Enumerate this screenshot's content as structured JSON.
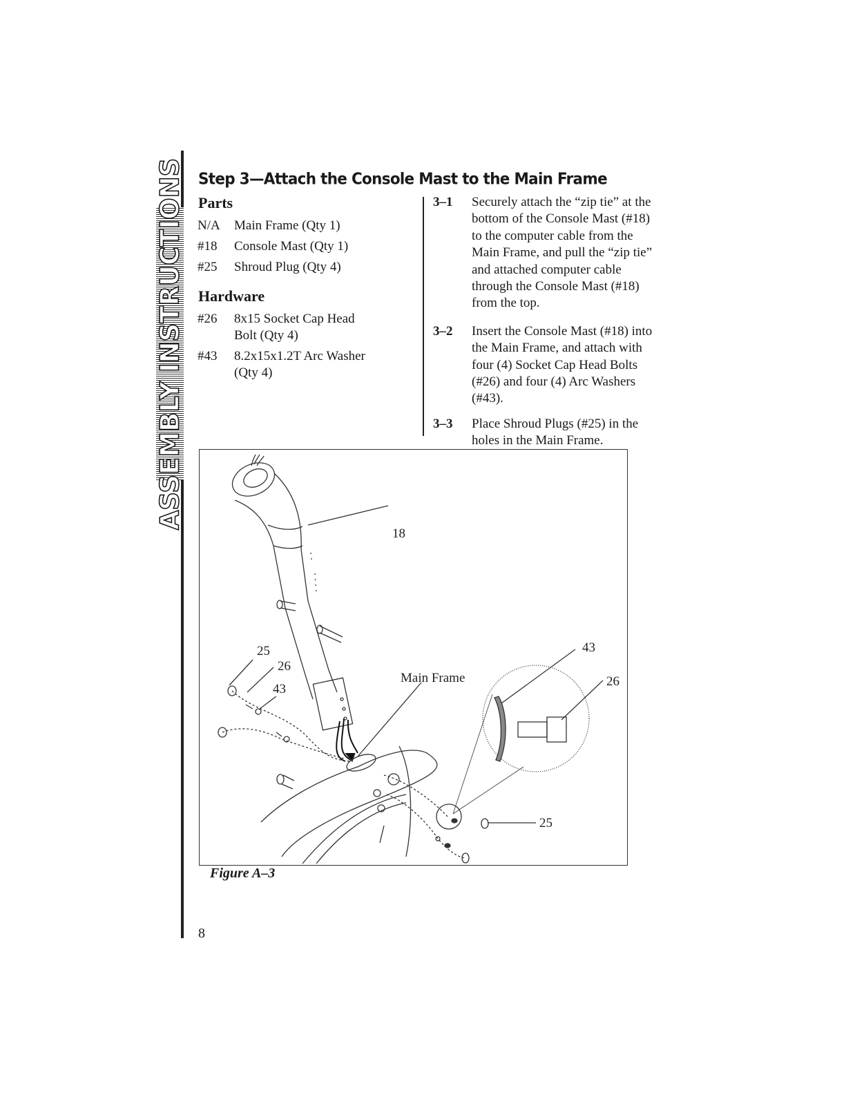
{
  "sidebar": {
    "label": "ASSEMBLY INSTRUCTIONS"
  },
  "step": {
    "title": "Step 3—Attach the Console Mast to the Main Frame"
  },
  "parts": {
    "heading": "Parts",
    "items": [
      {
        "num": "N/A",
        "text": "Main Frame (Qty 1)"
      },
      {
        "num": "#18",
        "text": "Console Mast (Qty 1)"
      },
      {
        "num": "#25",
        "text": "Shroud Plug (Qty 4)"
      }
    ]
  },
  "hardware": {
    "heading": "Hardware",
    "items": [
      {
        "num": "#26",
        "text": "8x15 Socket Cap Head Bolt (Qty 4)"
      },
      {
        "num": "#43",
        "text": "8.2x15x1.2T Arc Washer (Qty 4)"
      }
    ]
  },
  "instructions": [
    {
      "num": "3–1",
      "text": "Securely attach the “zip tie” at the bottom of the Console Mast (#18) to the computer cable from the Main Frame, and pull the “zip tie” and attached computer cable through the Console Mast (#18) from the top."
    },
    {
      "num": "3–2",
      "text": "Insert the Console Mast (#18) into the Main Frame, and attach with four (4) Socket Cap Head Bolts (#26) and four (4) Arc Washers (#43)."
    },
    {
      "num": "3–3",
      "text": "Place Shroud Plugs (#25) in the holes in the Main Frame."
    }
  ],
  "figure": {
    "caption": "Figure A–3",
    "callouts": {
      "mast": "18",
      "plug_left": "25",
      "bolt_left": "26",
      "washer_left": "43",
      "main_frame": "Main Frame",
      "washer_right": "43",
      "bolt_right": "26",
      "plug_right": "25"
    }
  },
  "page": {
    "number": "8"
  }
}
